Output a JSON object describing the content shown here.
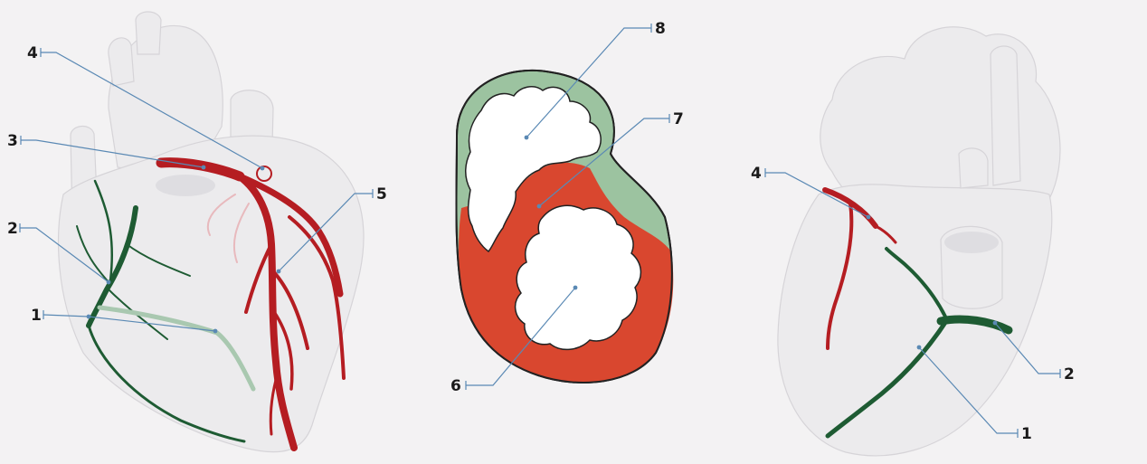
{
  "figure": {
    "left_heart_labels": [
      "4",
      "3",
      "2",
      "1",
      "5"
    ],
    "cross_section_labels": [
      "8",
      "7",
      "6"
    ],
    "right_heart_labels": [
      "4",
      "2",
      "1"
    ]
  },
  "colors": {
    "background": "#f3f2f3",
    "heart_surface": "#ecebed",
    "artery_red": "#b51d22",
    "vein_green": "#1e5b33",
    "section_red": "#d9472f",
    "section_green": "#9cc3a0",
    "leader_blue": "#5a89b4"
  }
}
